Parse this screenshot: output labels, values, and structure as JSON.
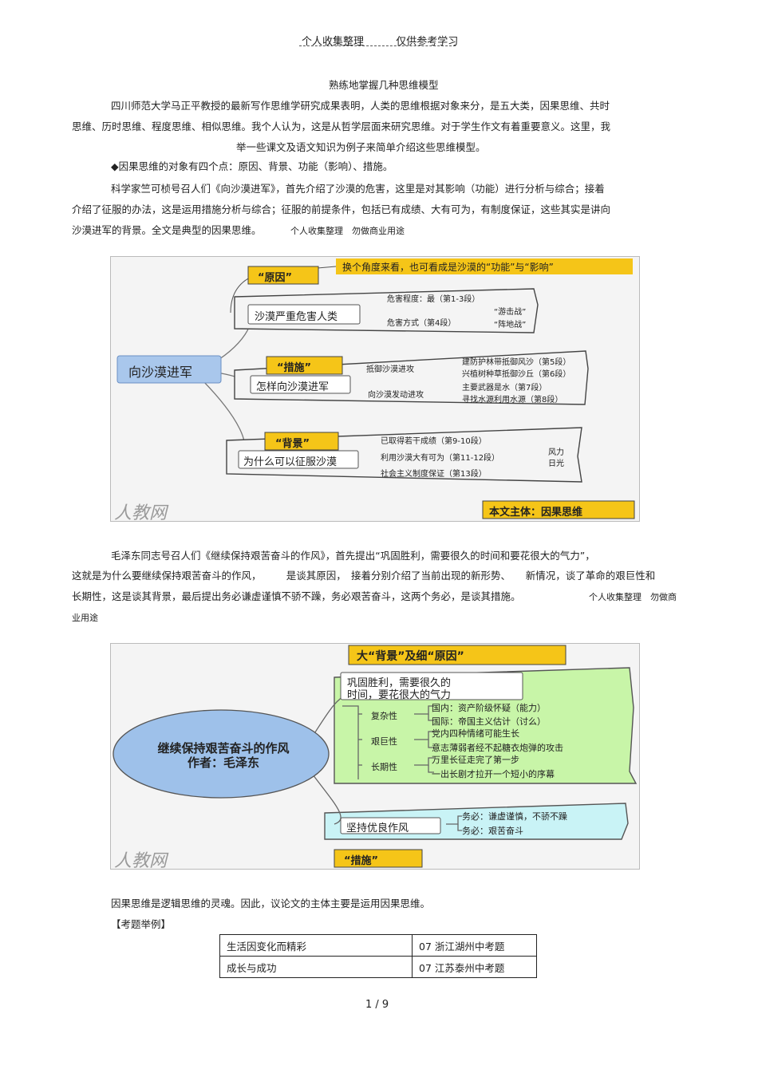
{
  "header": {
    "left": "个人收集整理",
    "right": "仅供参考学习"
  },
  "title": "熟练地掌握几种思维模型",
  "intro": [
    "四川师范大学马正平教授的最新写作思维学研究成果表明，人类的思维根据对象来分，是五大类，因果思维、共时",
    "思维、历时思维、程度思维、相似思维。我个人认为，这是从哲学层面来研究思维。对于学生作文有着重要意义。这里，我",
    "举一些课文及语文知识为例子来简单介绍这些思维模型。"
  ],
  "bullet": "◆因果思维的对象有四个点：原因、背景、功能（影响）、措施。",
  "para1": [
    "科学家竺可桢号召人们《向沙漠进军》，首先介绍了沙漠的危害，这里是对其影响（功能）进行分析与综合；接着",
    "介绍了征服的办法，这是运用措施分析与综合；征服的前提条件，包括已有成绩、大有可为，有制度保证，这些其实是讲向",
    "沙漠进军的背景。全文是典型的因果思维。"
  ],
  "para1_note": "个人收集整理　勿做商业用途",
  "fig1": {
    "center": "向沙漠进军",
    "top_banner": "换个角度来看，也可看成是沙漠的“功能”与“影响”",
    "tag_reason": "“原因”",
    "tag_measure": "“措施”",
    "tag_background": "“背景”",
    "box1": "沙漠严重危害人类",
    "box1_a": "危害程度：最（第1-3段）",
    "box1_b": "危害方式（第4段）",
    "box1_b1": "“游击战”",
    "box1_b2": "“阵地战”",
    "box2": "怎样向沙漠进军",
    "box2_a": "抵御沙漠进攻",
    "box2_a1": "建防护林带抵御风沙（第5段）",
    "box2_a2": "兴植树种草抵御沙丘（第6段）",
    "box2_b": "向沙漠发动进攻",
    "box2_b1": "主要武器是水（第7段）",
    "box2_b2": "寻找水源利用水源（第8段）",
    "box3": "为什么可以征服沙漠",
    "box3_a": "已取得若干成绩（第9-10段）",
    "box3_b": "利用沙漠大有可为（第11-12段）",
    "box3_b1": "风力",
    "box3_b2": "日光",
    "box3_c": "社会主义制度保证（第13段）",
    "watermark": "人教网",
    "subject": "本文主体：因果思维"
  },
  "para2": [
    "毛泽东同志号召人们《继续保持艰苦奋斗的作风》，首先提出“巩固胜利，需要很久的时间和要花很大的气力”，",
    "这就是为什么要继续保持艰苦奋斗的作风，　　　是谈其原因，　接着分别介绍了当前出现的新形势、　　新情况，谈了革命的艰巨性和",
    "长期性，这是谈其背景，最后提出务必谦虚谨慎不骄不躁，务必艰苦奋斗，这两个务必，是谈其措施。"
  ],
  "para2_note": "个人收集整理　勿做商",
  "para2_note2": "业用途",
  "fig2": {
    "center1": "继续保持艰苦奋斗的作风",
    "center2": "作者：毛泽东",
    "top_banner": "大“背景”及细“原因”",
    "box1_l1": "巩固胜利，需要很久的",
    "box1_l2": "时间，要花很大的气力",
    "k1": "复杂性",
    "k1_a": "国内：资产阶级怀疑（能力）",
    "k1_b": "国际：帝国主义估计（讨么）",
    "k2": "艰巨性",
    "k2_a": "党内四种情绪可能生长",
    "k2_b": "意志薄弱者经不起糖衣炮弹的攻击",
    "k3": "长期性",
    "k3_a": "万里长征走完了第一步",
    "k3_b": "一出长剧才拉开一个短小的序幕",
    "box2": "坚持优良作风",
    "box2_a": "务必：谦虚谨慎，不骄不躁",
    "box2_b": "务必：艰苦奋斗",
    "tag_measure": "“措施”",
    "watermark": "人教网"
  },
  "conclusion": "因果思维是逻辑思维的灵魂。因此，议论文的主体主要是运用因果思维。",
  "examples_label": "【考题举例】",
  "examples": [
    {
      "topic": "生活因变化而精彩",
      "source": "07 浙江湖州中考题"
    },
    {
      "topic": "成长与成功",
      "source": "07 江苏泰州中考题"
    }
  ],
  "page": "1 / 9",
  "colors": {
    "yellow": "#f5c518",
    "blue_box": "#a9c7ec",
    "green_bg": "#c8f5a8",
    "cyan_bg": "#c9f3f6",
    "ellipse": "#9ec1ea"
  }
}
